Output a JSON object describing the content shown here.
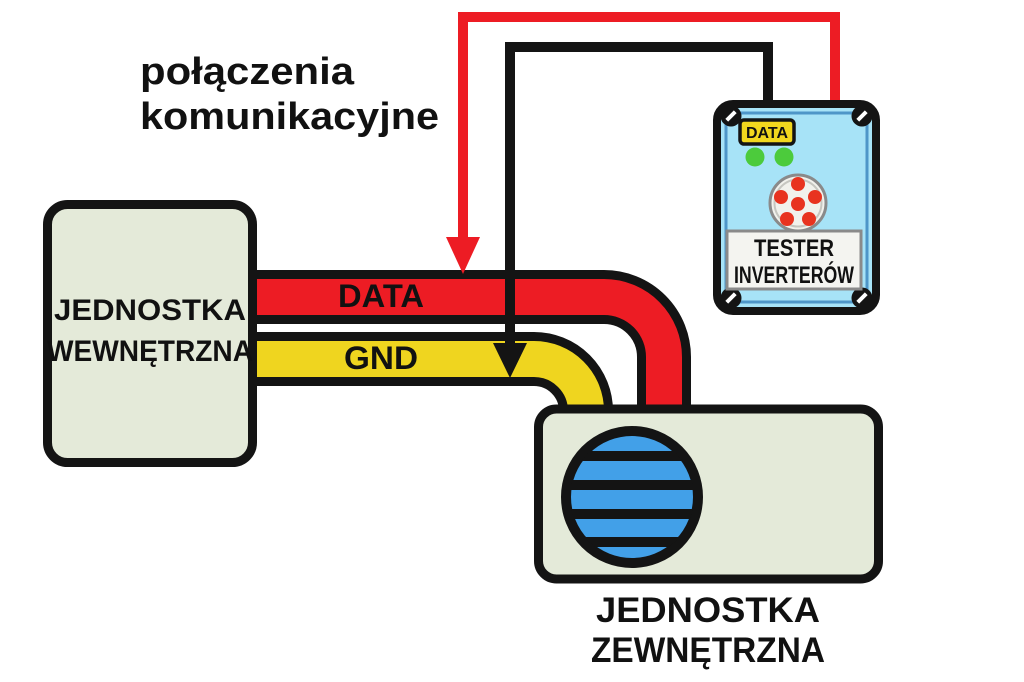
{
  "title": {
    "line1": "połączenia",
    "line2": "komunikacyjne"
  },
  "indoor_unit": {
    "label_line1": "JEDNOSTKA",
    "label_line2": "WEWNĘTRZNA"
  },
  "outdoor_unit": {
    "label_line1": "JEDNOSTKA",
    "label_line2": "ZEWNĘTRZNA"
  },
  "wires": {
    "data": {
      "label": "DATA",
      "color": "#ED1C24"
    },
    "gnd": {
      "label": "GND",
      "color": "#EFD51F"
    }
  },
  "leads": {
    "red_color": "#ED1C24",
    "black_color": "#141414"
  },
  "tester": {
    "port_label": "DATA",
    "name_line1": "TESTER",
    "name_line2": "INVERTERÓW",
    "body_color": "#A7E3F7",
    "panel_line_color": "#4E96C8",
    "led_color": "#4CCB3C",
    "port_label_color": "#F2D71E",
    "pin_color": "#E8331F",
    "connector_fill": "#F1F1EC"
  },
  "units": {
    "fill_color": "#E4EAD9",
    "fan_color": "#42A0E8"
  }
}
